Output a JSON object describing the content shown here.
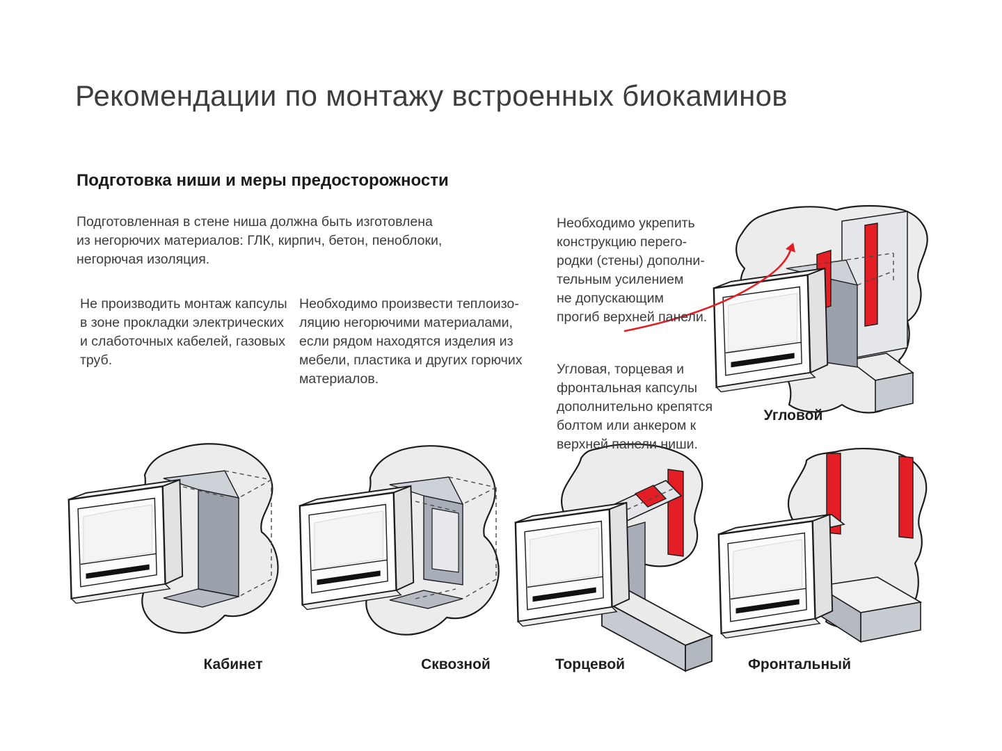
{
  "page": {
    "title": "Рекомендации по монтажу встроенных биокаминов",
    "section_heading": "Подготовка ниши и меры предосторожности"
  },
  "paragraphs": {
    "niche_materials": "Подготовленная в стене ниша должна быть изготовлена\nиз негорючих материалов: ГЛК, кирпич, бетон, пеноблоки,\nнегорючая изоляция.",
    "no_cables": "Не производить монтаж капсулы\nв зоне прокладки электрических\nи слаботочных кабелей, газовых\nтруб.",
    "insulation": "Необходимо произвести теплоизо-\nляцию негорючими материалами,\nесли рядом находятся изделия из\nмебели, пластика и других горючих\nматериалов.",
    "reinforce": "Необходимо укрепить\nконструкцию перего-\nродки (стены) дополни-\nтельным усилением\nне допускающим\nпрогиб верхней панели.",
    "fastening": "Угловая, торцевая и\nфронтальная капсулы\nдополнительно крепятся\nболтом или анкером к\nверхней панели ниши."
  },
  "diagrams": {
    "corner": {
      "label": "Угловой"
    },
    "cabinet": {
      "label": "Кабинет"
    },
    "through": {
      "label": "Сквозной"
    },
    "end": {
      "label": "Торцевой"
    },
    "frontal": {
      "label": "Фронтальный"
    }
  },
  "colors": {
    "accent_red": "#e31e24",
    "wall_gray": "#ececec",
    "niche_dark": "#9aa1ab",
    "line": "#1c1c1c"
  }
}
